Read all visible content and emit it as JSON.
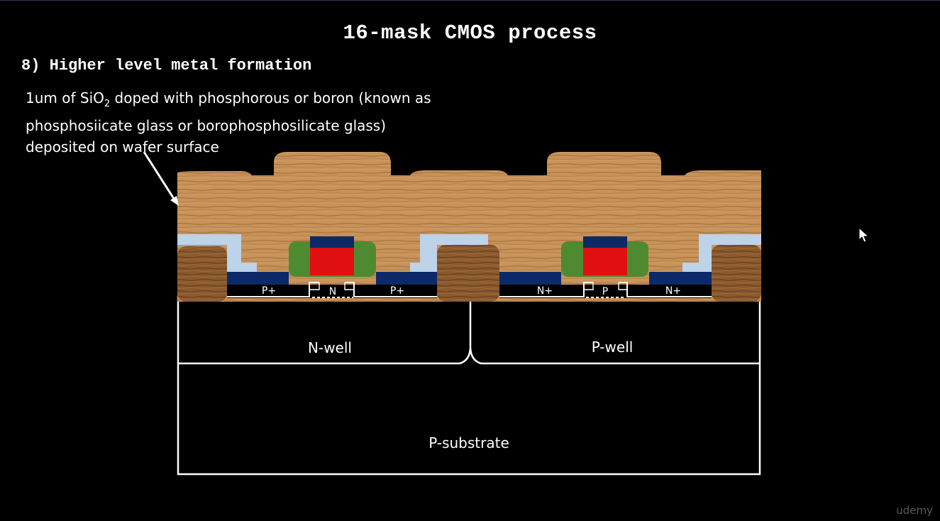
{
  "slide": {
    "title": "16-mask CMOS process",
    "step": "8) Higher level metal formation",
    "desc_prefix": "1um of SiO",
    "desc_sub": "2",
    "desc_suffix": " doped with phosphorous or boron (known as phosphosiicate glass or borophosphosilicate glass) deposited on wafer surface"
  },
  "diagram": {
    "labels": {
      "nwell": "N-well",
      "pwell": "P-well",
      "substrate": "P-substrate",
      "pmos_source": "P+",
      "pmos_drain": "P+",
      "pmos_channel": "N",
      "nmos_source": "N+",
      "nmos_drain": "N+",
      "nmos_channel": "P"
    },
    "colors": {
      "glass": "#c8935a",
      "field_oxide": "#8a5a2e",
      "poly": "#e01010",
      "gate_cap": "#0c2a6a",
      "spacer": "#4f8a30",
      "contact": "#0c2a6a",
      "metal": "#bcd3ea"
    }
  },
  "watermark": "udemy"
}
